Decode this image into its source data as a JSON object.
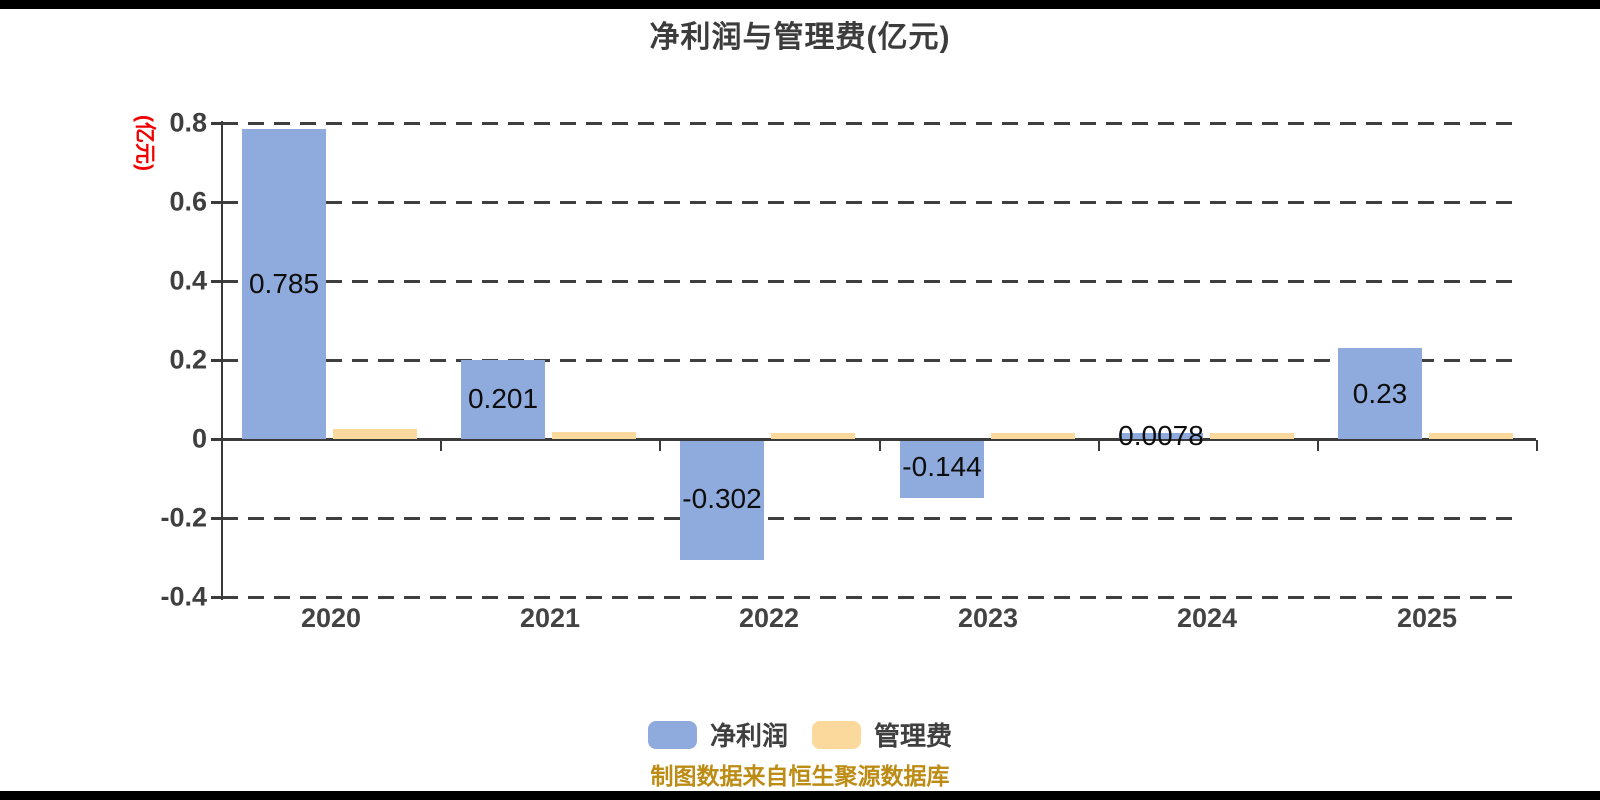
{
  "title": "净利润与管理费(亿元)",
  "y_axis_unit": "(亿元)",
  "source_note": "制图数据来自恒生聚源数据库",
  "legend": [
    {
      "label": "净利润",
      "color": "#8faadc"
    },
    {
      "label": "管理费",
      "color": "#fbd99c"
    }
  ],
  "colors": {
    "net_profit_bar": "#8faadc",
    "mgmt_fee_bar": "#fbd99c",
    "axis": "#3a3a3a",
    "tick_text": "#3f3f3f",
    "value_label_text": "#0d0d0d",
    "unit_label_red": "#f20000",
    "source_note_gold": "#bd8c15",
    "edge_strip": "#000000"
  },
  "chart_data": {
    "type": "bar",
    "title": "净利润与管理费(亿元)",
    "categories": [
      "2020",
      "2021",
      "2022",
      "2023",
      "2024",
      "2025"
    ],
    "series": [
      {
        "name": "净利润",
        "color": "#8faadc",
        "values": [
          0.785,
          0.201,
          -0.302,
          -0.144,
          0.0078,
          0.23
        ],
        "labels": [
          "0.785",
          "0.201",
          "-0.302",
          "-0.144",
          "0.0078",
          "0.23"
        ]
      },
      {
        "name": "管理费",
        "color": "#fbd99c",
        "values": [
          0.025,
          0.018,
          0.015,
          0.013,
          0.011,
          0.01
        ],
        "labels": [
          "",
          "",
          "",
          "",
          "",
          ""
        ]
      }
    ],
    "xlabel": "",
    "ylabel": "(亿元)",
    "ylim": [
      -0.4,
      0.8
    ],
    "yticks": [
      0.8,
      0.6,
      0.4,
      0.2,
      0,
      -0.2,
      -0.4
    ],
    "ytick_labels": [
      "0.8",
      "0.6",
      "0.4",
      "0.2",
      "0",
      "-0.2",
      "-0.4"
    ],
    "grid": "horizontal dashed",
    "legend_position": "bottom"
  }
}
